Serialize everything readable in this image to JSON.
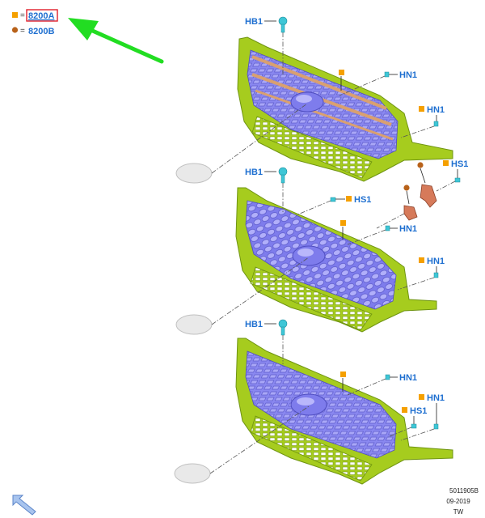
{
  "legend": {
    "square_code": "8200A",
    "circle_code": "8200B",
    "equals": "=",
    "square_color": "#f5a000",
    "circle_color": "#b8621a",
    "highlight_color": "#e0202a",
    "arrow_color": "#22dd22"
  },
  "colors": {
    "frame": "#a6cc1e",
    "frame_dark": "#6f9412",
    "mesh": "#8a88f0",
    "mesh_dark": "#5c5ad0",
    "strip": "#d9a070",
    "emblem_cover": "#e9e9e9",
    "label": "#1e6fd0",
    "fastener": "#3ec6d6",
    "bracket": "#d67a5a"
  },
  "grille1": {
    "hb1": "HB1",
    "hn1_a": "HN1",
    "hn1_b": "HN1"
  },
  "grille2": {
    "hb1": "HB1",
    "hs1_a": "HS1",
    "hs1_b": "HS1",
    "hn1_a": "HN1",
    "hn1_b": "HN1"
  },
  "grille3": {
    "hb1": "HB1",
    "hn1_a": "HN1",
    "hn1_b": "HN1",
    "hs1": "HS1"
  },
  "footer": {
    "code": "5011905B",
    "date": "09-2019",
    "region": "TW"
  },
  "icons": [
    "square-marker-icon",
    "circle-marker-icon",
    "green-arrow-icon",
    "nav-arrow-icon",
    "bolt-icon",
    "clip-icon",
    "bracket-icon"
  ]
}
